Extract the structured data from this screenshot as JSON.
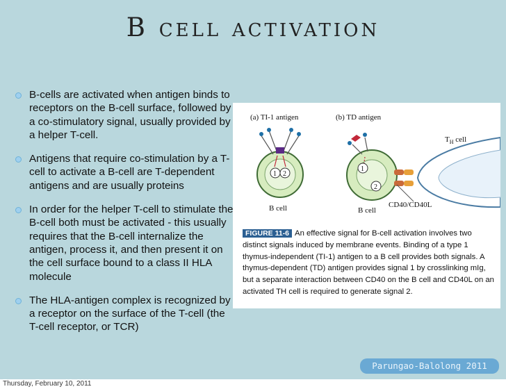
{
  "slide": {
    "title": "B cell activation",
    "bullets": [
      "B-cells are activated when antigen binds to receptors on the B-cell surface, followed by a co-stimulatory signal, usually provided by a helper T-cell.",
      "Antigens that require co-stimulation by a T-cell to activate a B-cell are T-dependent antigens and are usually proteins",
      "In order for the helper T-cell to stimulate the B-cell both must be activated - this usually requires that the B-cell internalize the antigen, process it, and then present it on the cell surface bound to a class II HLA molecule",
      "The HLA-antigen complex is recognized by a receptor on the surface of the T-cell (the T-cell receptor, or TCR)"
    ],
    "author": "Parungao-Balolong 2011",
    "date": "Thursday, February 10, 2011"
  },
  "figure": {
    "panel_a_label": "(a)  TI-1 antigen",
    "panel_b_label": "(b)  TD antigen",
    "th_cell_label": "T",
    "th_cell_sub": "H",
    "th_cell_suffix": " cell",
    "b_cell_label_a": "B cell",
    "b_cell_label_b": "B cell",
    "cd40_label": "CD40/CD40L",
    "signal_1": "1",
    "signal_2": "2",
    "caption_figlabel": "FIGURE 11-6",
    "caption_text": "An effective signal for B-cell activation involves two distinct signals induced by membrane events. Binding of a type 1 thymus-independent (TI-1) antigen to a B cell provides both signals. A thymus-dependent (TD) antigen provides signal 1 by crosslinking mIg, but a separate interaction between CD40 on the B cell and CD40L on an activated TH cell is required to generate signal 2."
  },
  "colors": {
    "background": "#b9d7dd",
    "bullet_dot": "#9fd0ef",
    "footer_tag": "#6aa9d4",
    "figure_label": "#2b5f92",
    "cell_green": "#d7ecbf",
    "antigen_blue": "#1e6fa6",
    "antigen_red": "#c2293a"
  }
}
